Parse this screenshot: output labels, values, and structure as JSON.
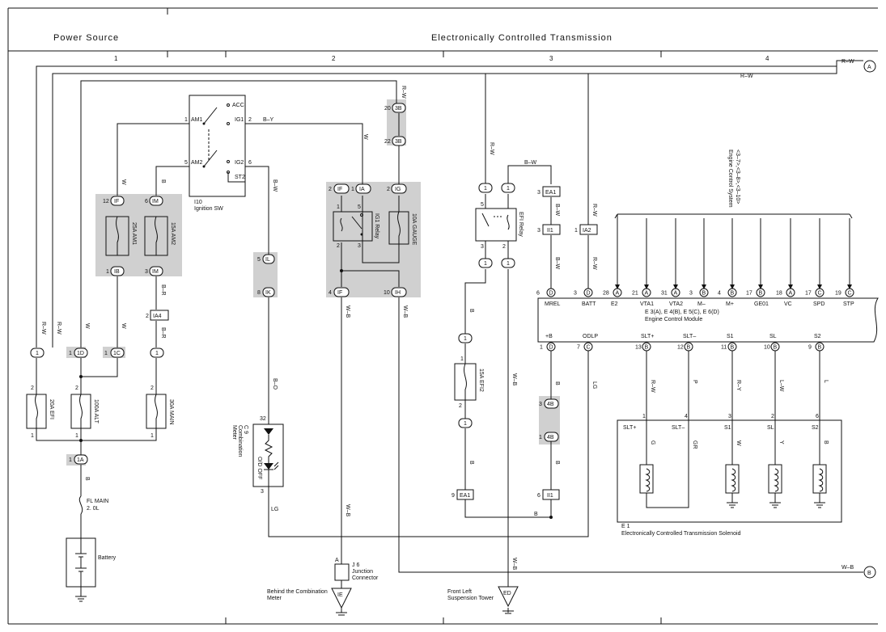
{
  "header": {
    "left_title": "Power Source",
    "right_title": "Electronically Controlled Transmission",
    "columns": [
      "1",
      "2",
      "3",
      "4"
    ]
  },
  "offpage": {
    "a": "A",
    "b": "B",
    "a_wire": "R–W",
    "b_wire": "W–B"
  },
  "ignition": {
    "name": "I10",
    "caption": "Ignition SW",
    "terminals": {
      "am1": "AM1",
      "am2": "AM2",
      "acc": "ACC",
      "ig1": "IG1",
      "ig2": "IG2",
      "st2": "ST2"
    },
    "pins": {
      "am1": "1",
      "am2": "5",
      "ig1": "2",
      "ig2": "6"
    }
  },
  "fuses": {
    "am1": "25A AM1",
    "am2": "15A AM2",
    "efi": "20A EFI",
    "alt": "100A ALT",
    "main": "30A MAIN",
    "gauge": "10A GAUGE",
    "efi2": "15A EFI2",
    "fl_main_1": "FL MAIN",
    "fl_main_2": "2. 0L"
  },
  "connectors": {
    "if": "IF",
    "im": "IM",
    "ib": "IB",
    "ia4": "IA4",
    "id": "1D",
    "ic": "1C",
    "one": "1",
    "ia_main": "1A",
    "il": "IL",
    "ik": "IK",
    "ia": "IA",
    "ig": "IG",
    "ih": "IH",
    "b3": "3B",
    "ea1": "EA1",
    "ii1": "II1",
    "ia2": "IA2",
    "b4": "4B"
  },
  "pins": {
    "p1": "1",
    "p2": "2",
    "p3": "3",
    "p4": "4",
    "p5": "5",
    "p6": "6",
    "p8": "8",
    "p9": "9",
    "p10": "10",
    "p11": "11",
    "p12": "12",
    "p13": "13",
    "p17": "17",
    "p18": "18",
    "p19": "19",
    "p20": "20",
    "p21": "21",
    "p22": "22",
    "p28": "28",
    "p31": "31",
    "p32": "32"
  },
  "wires": {
    "rw": "R–W",
    "by": "B–Y",
    "bw": "B–W",
    "w": "W",
    "b": "B",
    "br": "B–R",
    "bo": "B–O",
    "lg": "LG",
    "wb": "W–B",
    "g": "G",
    "gr": "GR",
    "y": "Y",
    "ry": "R–Y",
    "lw": "L–W",
    "l": "L",
    "p": "P"
  },
  "relays": {
    "ig1": "IG1 Relay",
    "efi": "EFI Relay"
  },
  "meter": {
    "name": "C 9",
    "line1": "Combination",
    "line2": "Meter",
    "lamp": "O/D OFF"
  },
  "ecm": {
    "caption1": "E 3(A), E 4(B), E 5(C), E 6(D)",
    "caption2": "Engine Control Module",
    "ecs_1": "Engine Control System",
    "ecs_2": "<3–7>,<3–8>,<3–10>",
    "top_terminals": [
      "MREL",
      "BATT",
      "E2",
      "VTA1",
      "VTA2",
      "M–",
      "M+",
      "GE01",
      "VC",
      "SPD",
      "STP"
    ],
    "bottom_terminals": [
      "+B",
      "ODLP",
      "SLT+",
      "SLT–",
      "S1",
      "SL",
      "S2"
    ],
    "top_letters": [
      "D",
      "D",
      "A",
      "A",
      "A",
      "B",
      "B",
      "B",
      "A",
      "C",
      "C"
    ],
    "bottom_letters": [
      "D",
      "C",
      "B",
      "B",
      "B",
      "B",
      "B"
    ]
  },
  "solenoid": {
    "name": "E 1",
    "caption": "Electronically Controlled Transmission Solenoid",
    "terminals": [
      "SLT+",
      "SLT–",
      "S1",
      "SL",
      "S2"
    ]
  },
  "battery": "Battery",
  "junction": {
    "name": "J 6",
    "line1": "Junction",
    "line2": "Connector",
    "pin": "A"
  },
  "grounds": {
    "ie": "IE",
    "ie_loc1": "Behind the Combination",
    "ie_loc2": "Meter",
    "ed": "ED",
    "ed_loc1": "Front Left",
    "ed_loc2": "Suspension Tower"
  }
}
